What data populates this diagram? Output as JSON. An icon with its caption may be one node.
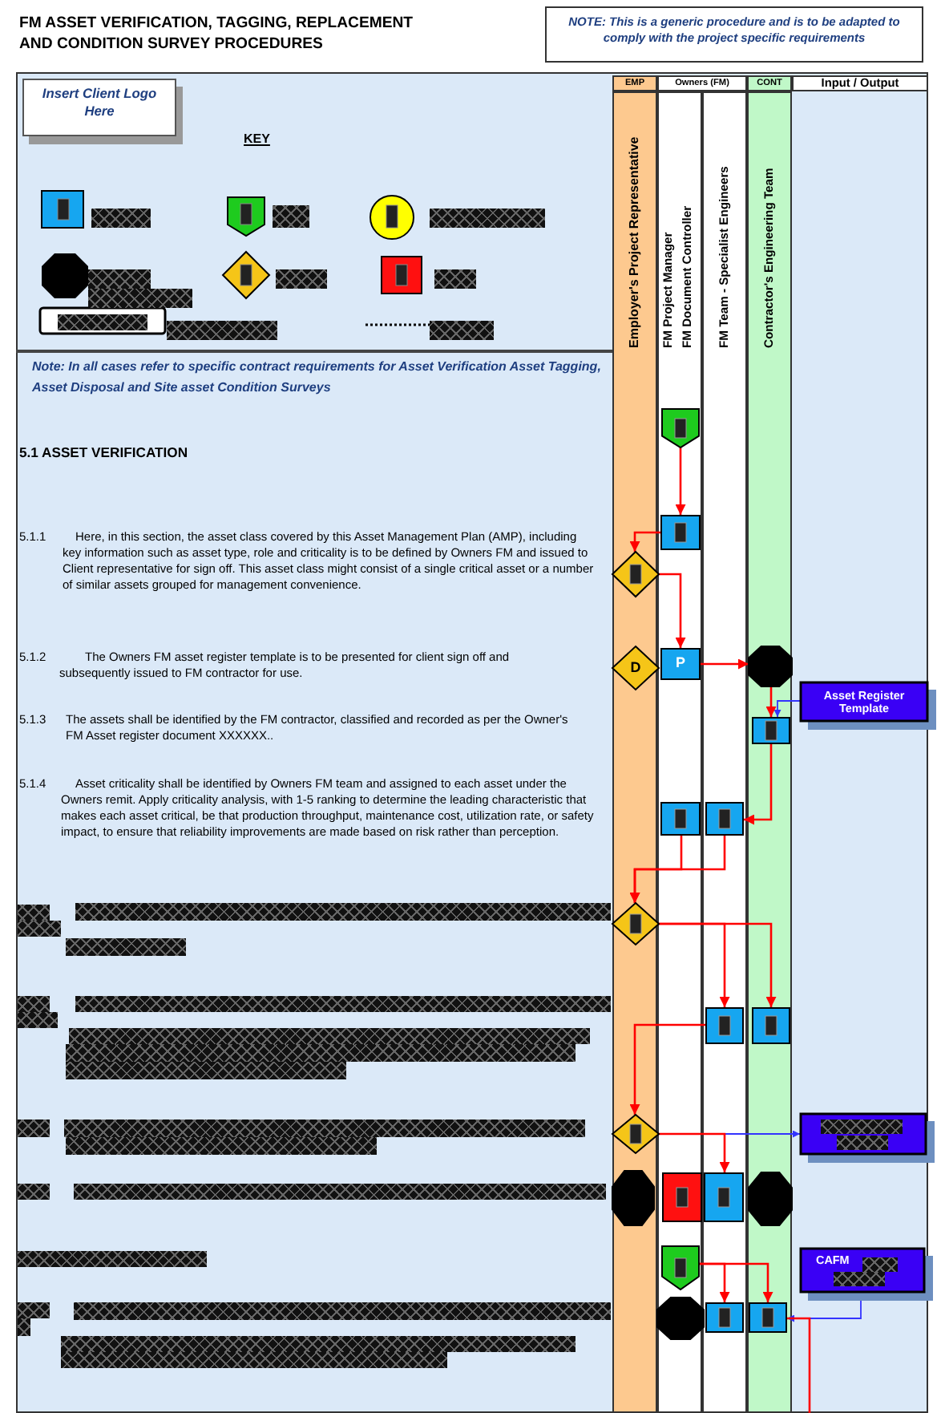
{
  "diagram": {
    "title": "FM ASSET VERIFICATION, TAGGING, REPLACEMENT AND CONDITION SURVEY PROCEDURES",
    "nodes": [
      {
        "text": [],
        "shape": "pentagon"
      },
      {
        "text": [],
        "shape": "box"
      },
      {
        "text": [],
        "shape": "diamond"
      },
      {
        "text": [
          "D"
        ]
      },
      {
        "text": [
          "P"
        ]
      },
      {
        "text": [],
        "shape": "octagon"
      },
      {
        "text": [
          "Asset Register Template"
        ]
      },
      {
        "text": [],
        "shape": "box"
      },
      {
        "text": [],
        "shape": "box"
      },
      {
        "text": [],
        "shape": "box"
      },
      {
        "text": [],
        "shape": "diamond"
      },
      {
        "text": [],
        "shape": "box"
      },
      {
        "text": [],
        "shape": "box"
      },
      {
        "text": [],
        "shape": "diamond"
      },
      {
        "text": [],
        "shape": "box"
      },
      {
        "text": [],
        "shape": "octagon"
      },
      {
        "text": [],
        "shape": "box"
      },
      {
        "text": [],
        "shape": "box"
      },
      {
        "text": [],
        "shape": "octagon"
      },
      {
        "text": [],
        "shape": "pentagon"
      },
      {
        "text": [
          "CAFM"
        ]
      },
      {
        "text": [],
        "shape": "octagon"
      },
      {
        "text": [],
        "shape": "box"
      },
      {
        "text": [],
        "shape": "box"
      }
    ],
    "edges": [
      {
        "from": 0,
        "to": 1,
        "arrow": "to"
      },
      {
        "from": 1,
        "to": 2,
        "arrow": "to"
      },
      {
        "from": 2,
        "to": 4,
        "arrow": "to"
      },
      {
        "from": 4,
        "to": 5,
        "arrow": "to"
      },
      {
        "from": 6,
        "to": 7,
        "arrow": "to",
        "color": "#3333ff"
      },
      {
        "from": 5,
        "to": 7,
        "arrow": "to"
      },
      {
        "from": 7,
        "to": 9,
        "arrow": "to"
      },
      {
        "from": 8,
        "to": 10,
        "arrow": "to"
      },
      {
        "from": 9,
        "to": 10,
        "arrow": "to"
      },
      {
        "from": 10,
        "to": 11,
        "arrow": "to"
      },
      {
        "from": 10,
        "to": 12,
        "arrow": "to"
      },
      {
        "from": 11,
        "to": 13,
        "arrow": "to"
      },
      {
        "from": 13,
        "to": 17,
        "arrow": "to"
      },
      {
        "from": 13,
        "to": 14,
        "arrow": "to",
        "color": "#3333ff"
      },
      {
        "from": 19,
        "to": 22,
        "arrow": "to"
      },
      {
        "from": 19,
        "to": 23,
        "arrow": "to"
      },
      {
        "from": 20,
        "to": 23,
        "arrow": "to",
        "color": "#3333ff"
      },
      {
        "from": 23,
        "to": null,
        "arrow": "none"
      }
    ],
    "labels": [
      "NOTE: This is a generic procedure and is to be adapted to comply with the project specific requirements",
      "EMP",
      "Owners (FM)",
      "CONT",
      "Input / Output",
      "Insert Client Logo Here",
      "KEY",
      "Employer's Project Representative",
      "FM Project Manager",
      "FM Document Controller",
      "FM Team - Specialist Engineers",
      "Contractor's Engineering Team",
      "Note: In all cases refer to specific contract requirements for Asset Verification Asset Tagging, Asset Disposal and Site asset Condition Surveys",
      "5.1 ASSET VERIFICATION",
      "5.1.1",
      "Here, in this section, the asset class covered by this Asset Management Plan (AMP), including key information such as asset type, role and criticality is to be defined by Owners FM and issued to Client representative for sign off. This asset class might consist of a single critical asset or a number of similar assets grouped for management convenience.",
      "5.1.2",
      "The Owners FM asset register template is to be presented for client sign off and subsequently issued to FM contractor for use.",
      "5.1.3",
      "The assets shall be identified by the FM contractor, classified and recorded as per the Owner's FM Asset register document XXXXXX..",
      "5.1.4",
      "Asset criticality shall be identified by Owners FM team and assigned to each asset under the Owners remit. Apply criticality analysis, with 1-5 ranking to determine the leading characteristic that makes each asset critical, be that production throughput, maintenance cost, utilization rate, or safety impact, to ensure that reliability improvements are made based on risk rather than perception."
    ]
  }
}
